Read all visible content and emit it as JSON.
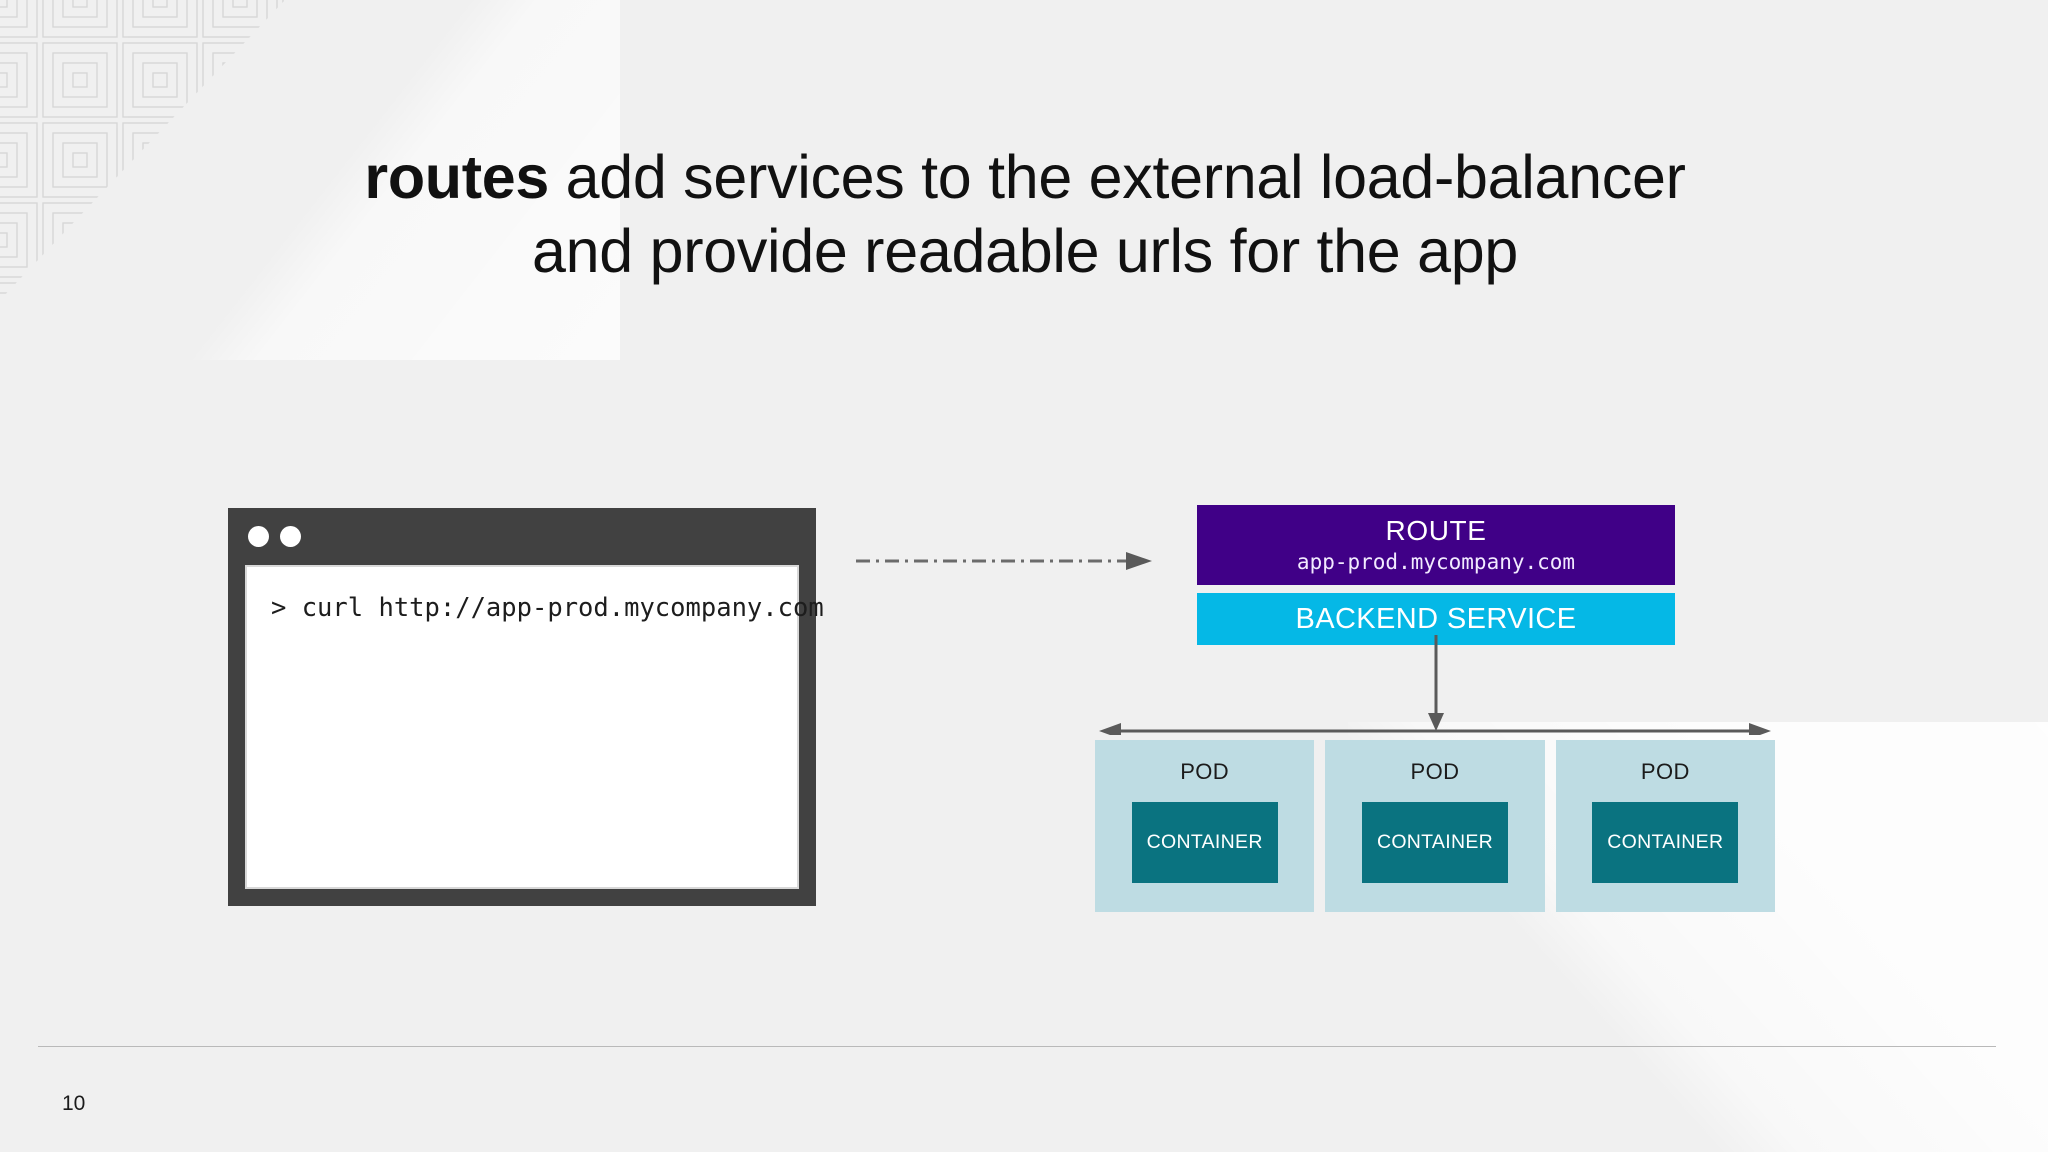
{
  "slide": {
    "background_color": "#f0f0f0",
    "page_number": "10"
  },
  "title": {
    "bold_part": "routes",
    "rest_line1": " add services to the external load-balancer",
    "line2": "and provide readable urls for the app",
    "full_text": "routes add services to the external load-balancer and provide readable urls for the app"
  },
  "terminal": {
    "command_line": "> curl http://app-prod.mycompany.com",
    "frame_color": "#414141",
    "screen_color": "#ffffff"
  },
  "connector": {
    "style": "dash-dot-arrow",
    "color": "#6b6b6b"
  },
  "architecture": {
    "route": {
      "title": "ROUTE",
      "subtitle": "app-prod.mycompany.com",
      "color": "#400087"
    },
    "service": {
      "label": "BACKEND SERVICE",
      "color": "#05b8e6"
    },
    "pods": [
      {
        "label": "POD",
        "container_label": "CONTAINER"
      },
      {
        "label": "POD",
        "container_label": "CONTAINER"
      },
      {
        "label": "POD",
        "container_label": "CONTAINER"
      }
    ],
    "pod_color": "#bedce3",
    "container_color": "#0a7380",
    "arrow_color": "#5a5a5a"
  }
}
